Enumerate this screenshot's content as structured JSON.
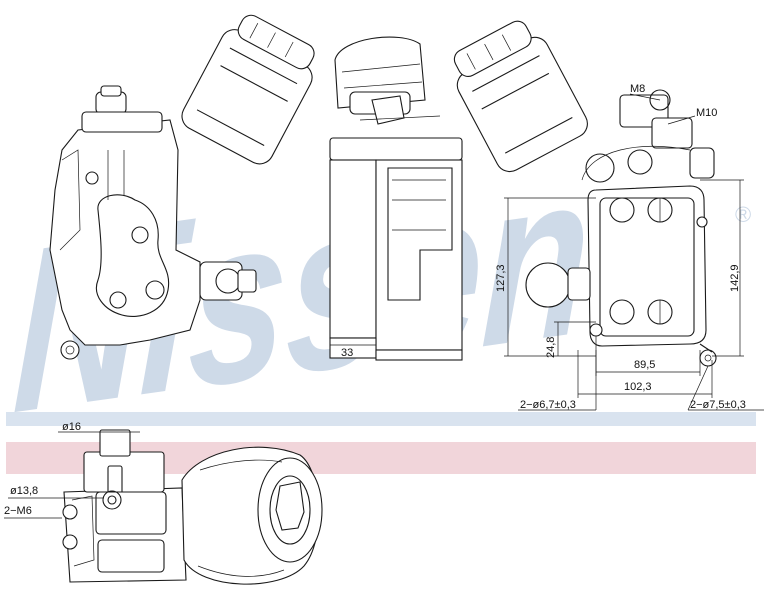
{
  "watermark": {
    "text": "Nissens",
    "registered_symbol": "®",
    "color": "#c9d6e6"
  },
  "band_colors": {
    "blue": "#d9e3ef",
    "pink": "#f1d5da"
  },
  "dimensions": {
    "d_33": "33",
    "d_127_3": "127,3",
    "d_24_8": "24,8",
    "d_142_9": "142,9",
    "d_89_5": "89,5",
    "d_102_3": "102,3",
    "hole_small": "2−ø6,7±0,3",
    "hole_large": "2−ø7,5±0,3",
    "thread_m8": "M8",
    "thread_m10": "M10",
    "dia_16": "ø16",
    "dia_13_8": "ø13,8",
    "thread_2m6": "2−M6"
  }
}
